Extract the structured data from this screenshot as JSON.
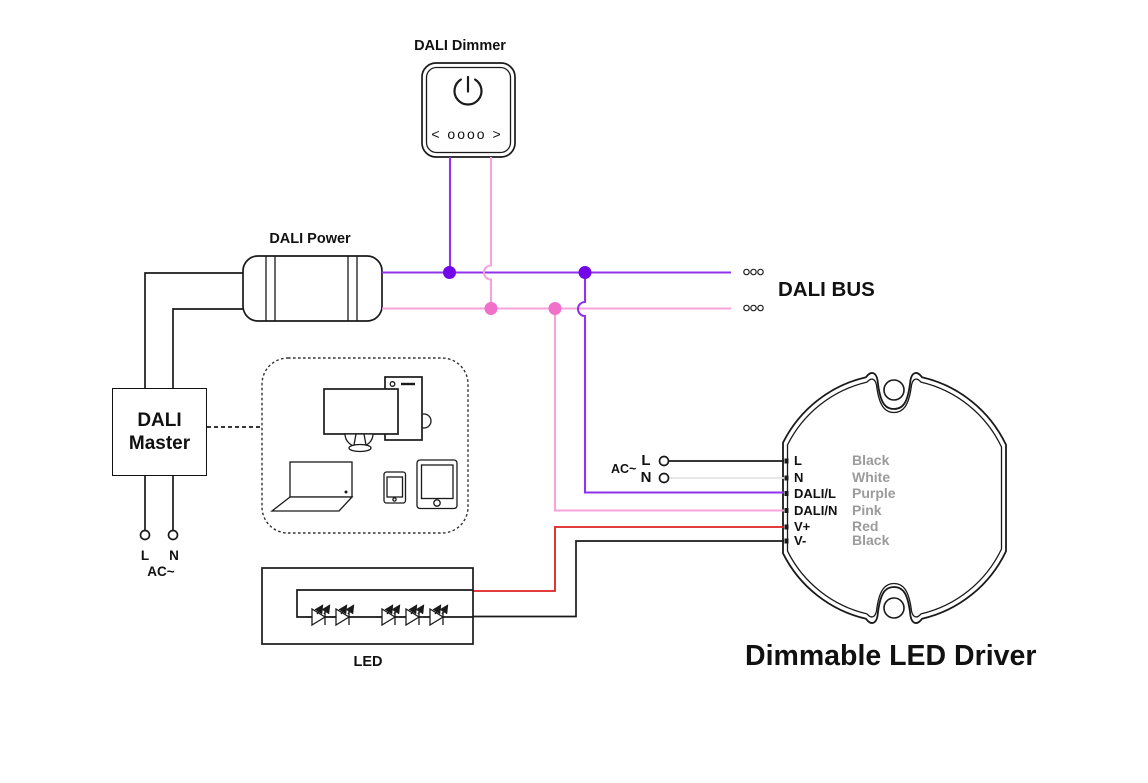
{
  "title": "Dimmable LED Driver",
  "bus_label": "DALI BUS",
  "dimmer_label": "DALI Dimmer",
  "dimmer_buttons": "< oooo >",
  "power_label": "DALI Power",
  "master_label_1": "DALI",
  "master_label_2": "Master",
  "master_terminal_l": "L",
  "master_terminal_n": "N",
  "master_ac": "AC~",
  "driver_ac": "AC~",
  "driver_in_l": "L",
  "driver_in_n": "N",
  "led_label": "LED",
  "terminals": [
    {
      "name": "L",
      "wire": "Black"
    },
    {
      "name": "N",
      "wire": "White"
    },
    {
      "name": "DALI/L",
      "wire": "Purple"
    },
    {
      "name": "DALI/N",
      "wire": "Pink"
    },
    {
      "name": "V+",
      "wire": "Red"
    },
    {
      "name": "V-",
      "wire": "Black"
    }
  ],
  "colors": {
    "purple_wire": "#9232EC",
    "purple_dot": "#7208E8",
    "pink_wire": "#F6A3DC",
    "pink_dot": "#F170C9",
    "red_wire": "#E02020",
    "white_wire": "#E2E2E2",
    "black_wire": "#1A1A1A",
    "gray_text": "#9B9B9B"
  }
}
